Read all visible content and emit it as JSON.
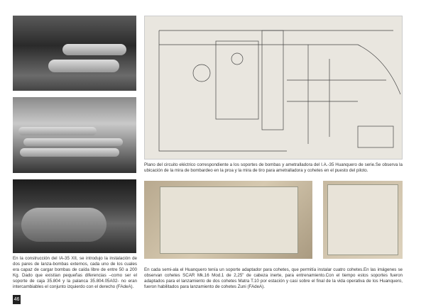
{
  "page_number": "46",
  "captions": {
    "bomb_racks": "En la construcción del IA-35 XII, se introdujo la instalación de dos pares de lanza-bombas externos, cada uno de los cuales era capaz de cargar bombas de caída libre de entre 50 a 200 Kg. Dado que existían pequeñas diferencias –como ser el soporte de caja 35.804 y la palanca 35.804.05A02- no eran intercambiables el conjunto izquierdo con el derecho (FAdeA).",
    "circuit_plan": "Plano del circuito eléctrico correspondiente a los soportes de bombas y ametralladora del I.A.-35 Huanquero de serie.Se observa la ubicación de la mira de bombardeo en la proa y la mira de tiro para ametralladora y cohetes en el puesto del piloto.",
    "rockets": "En cada semi-ala el Huanquero tenía un soporte adaptador para cohetes, que permitía instalar cuatro cohetes.En las imágenes se observan cohetes SCAR Mk.16 Mod.1 de 2,25\" de cabeza inerte, para entrenamiento.Con el tiempo estos soportes fueron adaptados para el lanzamiento de dos cohetes Matra T.10 por estación y casi sobre el final de la vida operativa de los Huanquero, fueron habilitados para lanzamiento de cohetes Zuni (FAdeA)."
  }
}
